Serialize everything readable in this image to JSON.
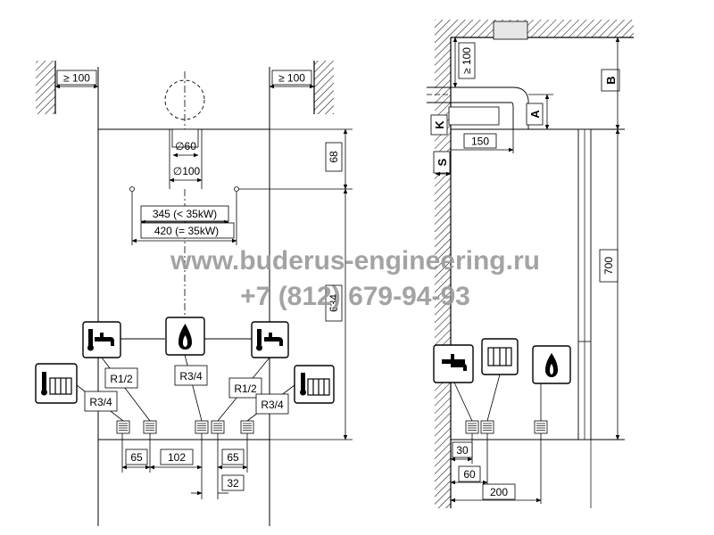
{
  "clearance": {
    "left": "≥ 100",
    "right": "≥ 100",
    "top": "≥ 100"
  },
  "flue": {
    "inner": "∅60",
    "outer": "∅100"
  },
  "widths": {
    "small": "345 (< 35kW)",
    "large": "420 (= 35kW)"
  },
  "dims": {
    "top_offset": "68",
    "height_634": "634",
    "d65a": "65",
    "d102": "102",
    "d65b": "65",
    "d32": "32",
    "d150": "150",
    "d700": "700",
    "d30": "30",
    "d60": "60",
    "d200": "200"
  },
  "pipes": {
    "heating_left": "R3/4",
    "hot_water": "R1/2",
    "gas": "R3/4",
    "cold_water": "R1/2",
    "heating_right": "R3/4"
  },
  "letters": {
    "B": "B",
    "A": "A",
    "K": "K",
    "S": "S"
  },
  "watermark": {
    "site": "www.buderus-engineering.ru",
    "phone": "+7 (812) 679-94-93"
  },
  "icons": [
    "radiator-thermometer-icon",
    "hot-water-tap-icon",
    "gas-flame-icon",
    "cold-water-tap-icon",
    "radiator-icon",
    "tap-icon",
    "flame-icon"
  ]
}
